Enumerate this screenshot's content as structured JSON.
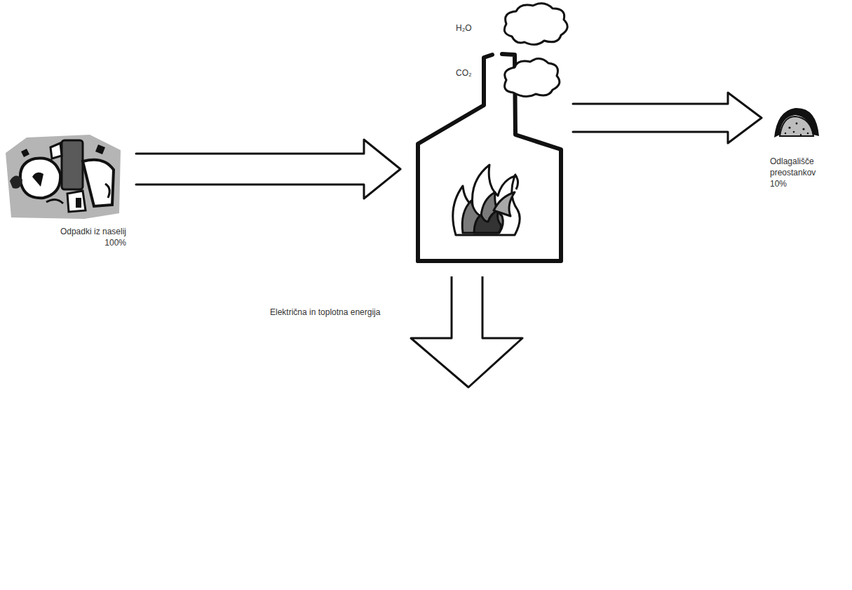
{
  "diagram": {
    "nodes": [
      {
        "text": [
          "Odpadki iz naselij",
          "100%"
        ]
      },
      {
        "text": []
      },
      {
        "text": [
          "Odlagališče preostankov",
          "10%"
        ]
      }
    ],
    "edges": [
      {
        "from": 0,
        "to": 1,
        "arrow": "to"
      },
      {
        "from": 1,
        "to": 2,
        "arrow": "to"
      }
    ],
    "labels": [
      "H₂O",
      "CO₂",
      "Električna in toplotna energija"
    ]
  }
}
